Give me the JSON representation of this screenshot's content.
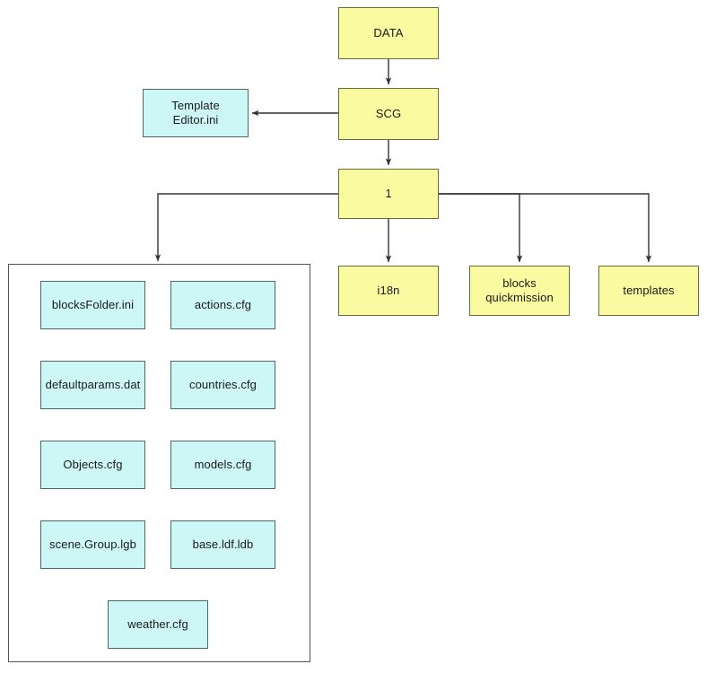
{
  "diagram": {
    "title": "DATA folder structure tree",
    "colors": {
      "yellow_fill": "#fafaa0",
      "yellow_border": "#6b6b3a",
      "cyan_fill": "#cdf6f6",
      "cyan_border": "#4a6a6a",
      "group_border": "#555555",
      "edge": "#333333",
      "background": "#ffffff"
    },
    "nodes": {
      "data": {
        "label": "DATA",
        "type": "folder",
        "color": "yellow"
      },
      "scg": {
        "label": "SCG",
        "type": "folder",
        "color": "yellow"
      },
      "template_editor": {
        "label": "Template\nEditor.ini",
        "type": "file",
        "color": "cyan"
      },
      "one": {
        "label": "1",
        "type": "folder",
        "color": "yellow"
      },
      "i18n": {
        "label": "i18n",
        "type": "folder",
        "color": "yellow"
      },
      "blocks_quickmission": {
        "label": "blocks\nquickmission",
        "type": "folder",
        "color": "yellow"
      },
      "templates": {
        "label": "templates",
        "type": "folder",
        "color": "yellow"
      }
    },
    "file_group": {
      "files": [
        {
          "label": "blocksFolder.ini"
        },
        {
          "label": "actions.cfg"
        },
        {
          "label": "defaultparams.dat"
        },
        {
          "label": "countries.cfg"
        },
        {
          "label": "Objects.cfg"
        },
        {
          "label": "models.cfg"
        },
        {
          "label": "scene.Group.lgb"
        },
        {
          "label": "base.ldf.ldb"
        },
        {
          "label": "weather.cfg"
        }
      ]
    },
    "edges": [
      {
        "from": "data",
        "to": "scg"
      },
      {
        "from": "scg",
        "to": "template_editor"
      },
      {
        "from": "scg",
        "to": "one"
      },
      {
        "from": "one",
        "to": "file_group"
      },
      {
        "from": "one",
        "to": "i18n"
      },
      {
        "from": "one",
        "to": "blocks_quickmission"
      },
      {
        "from": "one",
        "to": "templates"
      }
    ]
  }
}
